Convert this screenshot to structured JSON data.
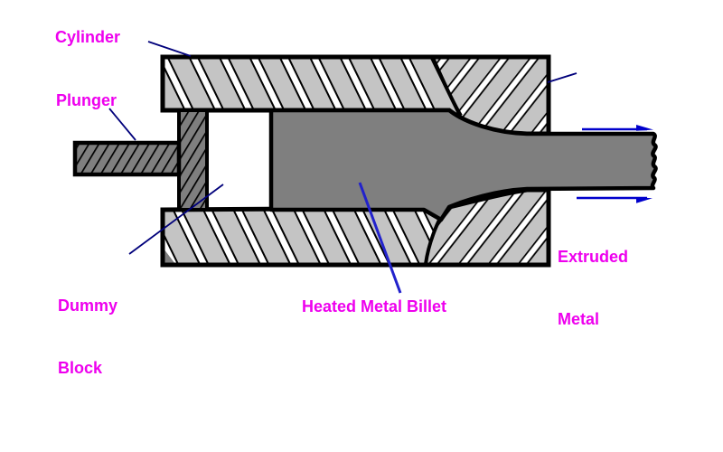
{
  "diagram": {
    "labels": {
      "cylinder": "Cylinder",
      "plunger": "Plunger",
      "dummy_block": [
        "Dummy",
        "Block"
      ],
      "heated_metal_billet": "Heated Metal Billet",
      "extruded_metal": [
        "Extruded",
        "Metal"
      ]
    },
    "flow": {
      "direction": "right"
    },
    "colors": {
      "label_text": "#EE00EE",
      "leader_line": "#00007B",
      "billet_leader_line": "#2222CC",
      "flow_arrow": "#0000CC",
      "wall_fill": "#C4C4C4",
      "hatch_stripe": "#FFFFFF",
      "metal_fill": "#7F7F7F",
      "outline": "#000000",
      "background": "#FFFFFF"
    }
  }
}
